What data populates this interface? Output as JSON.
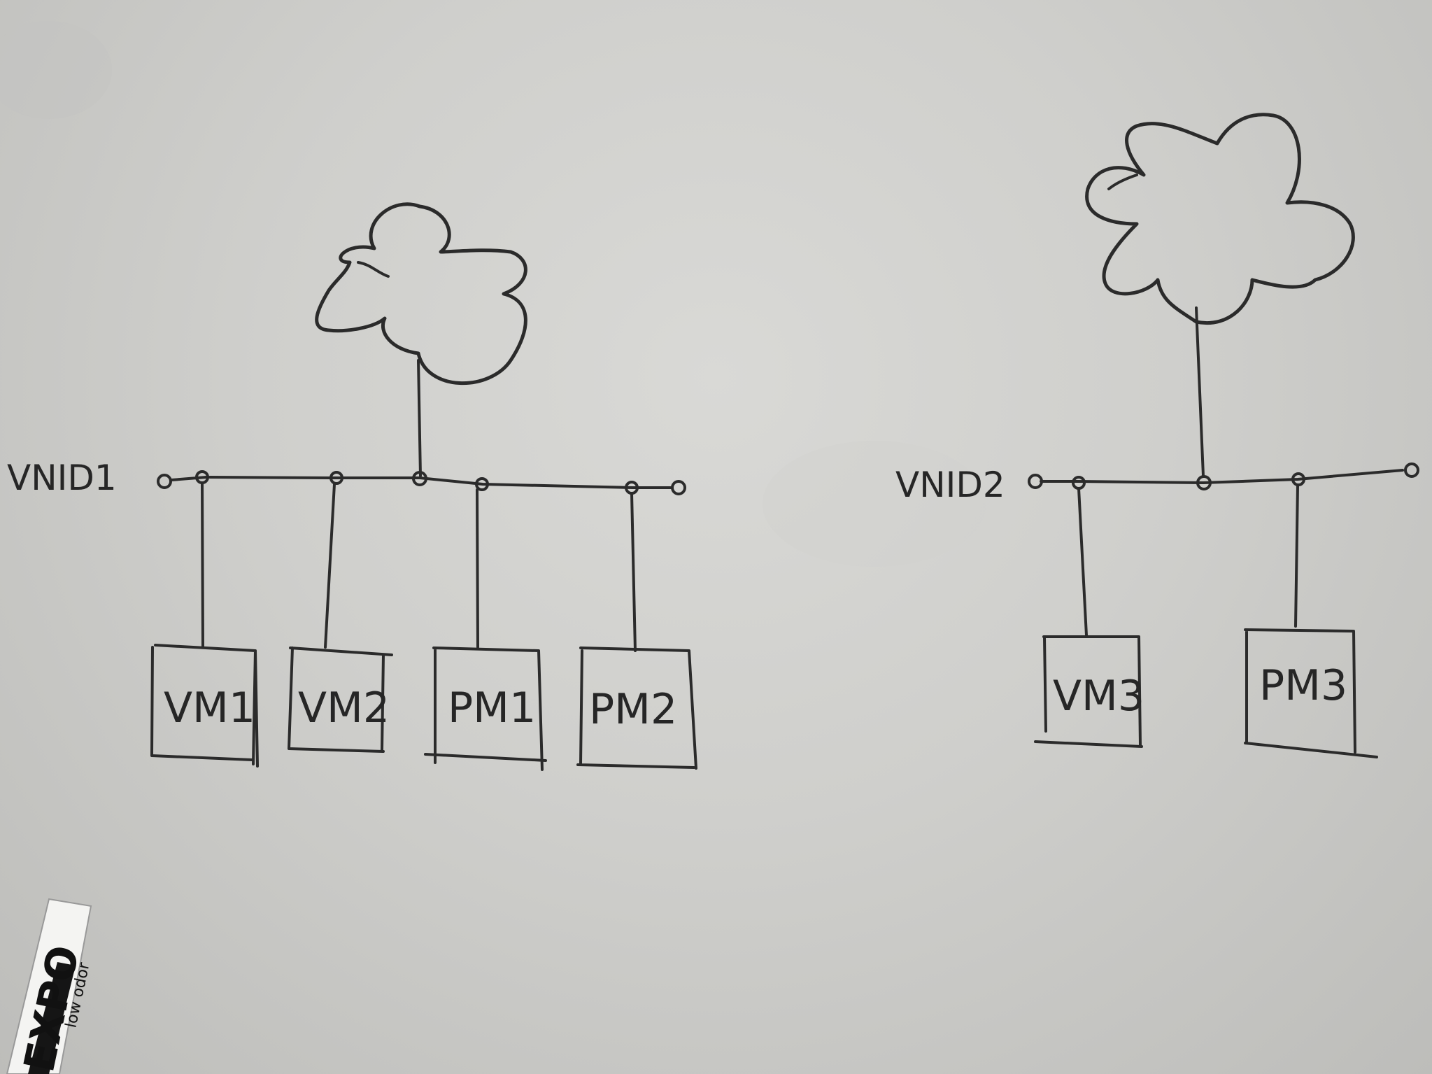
{
  "networks": [
    {
      "vnid_label": "VNID1",
      "nodes": [
        {
          "label": "VM1"
        },
        {
          "label": "VM2"
        },
        {
          "label": "PM1"
        },
        {
          "label": "PM2"
        }
      ]
    },
    {
      "vnid_label": "VNID2",
      "nodes": [
        {
          "label": "VM3"
        },
        {
          "label": "PM3"
        }
      ]
    }
  ],
  "marker": {
    "brand": "EXPO",
    "subtitle": "low odor"
  }
}
